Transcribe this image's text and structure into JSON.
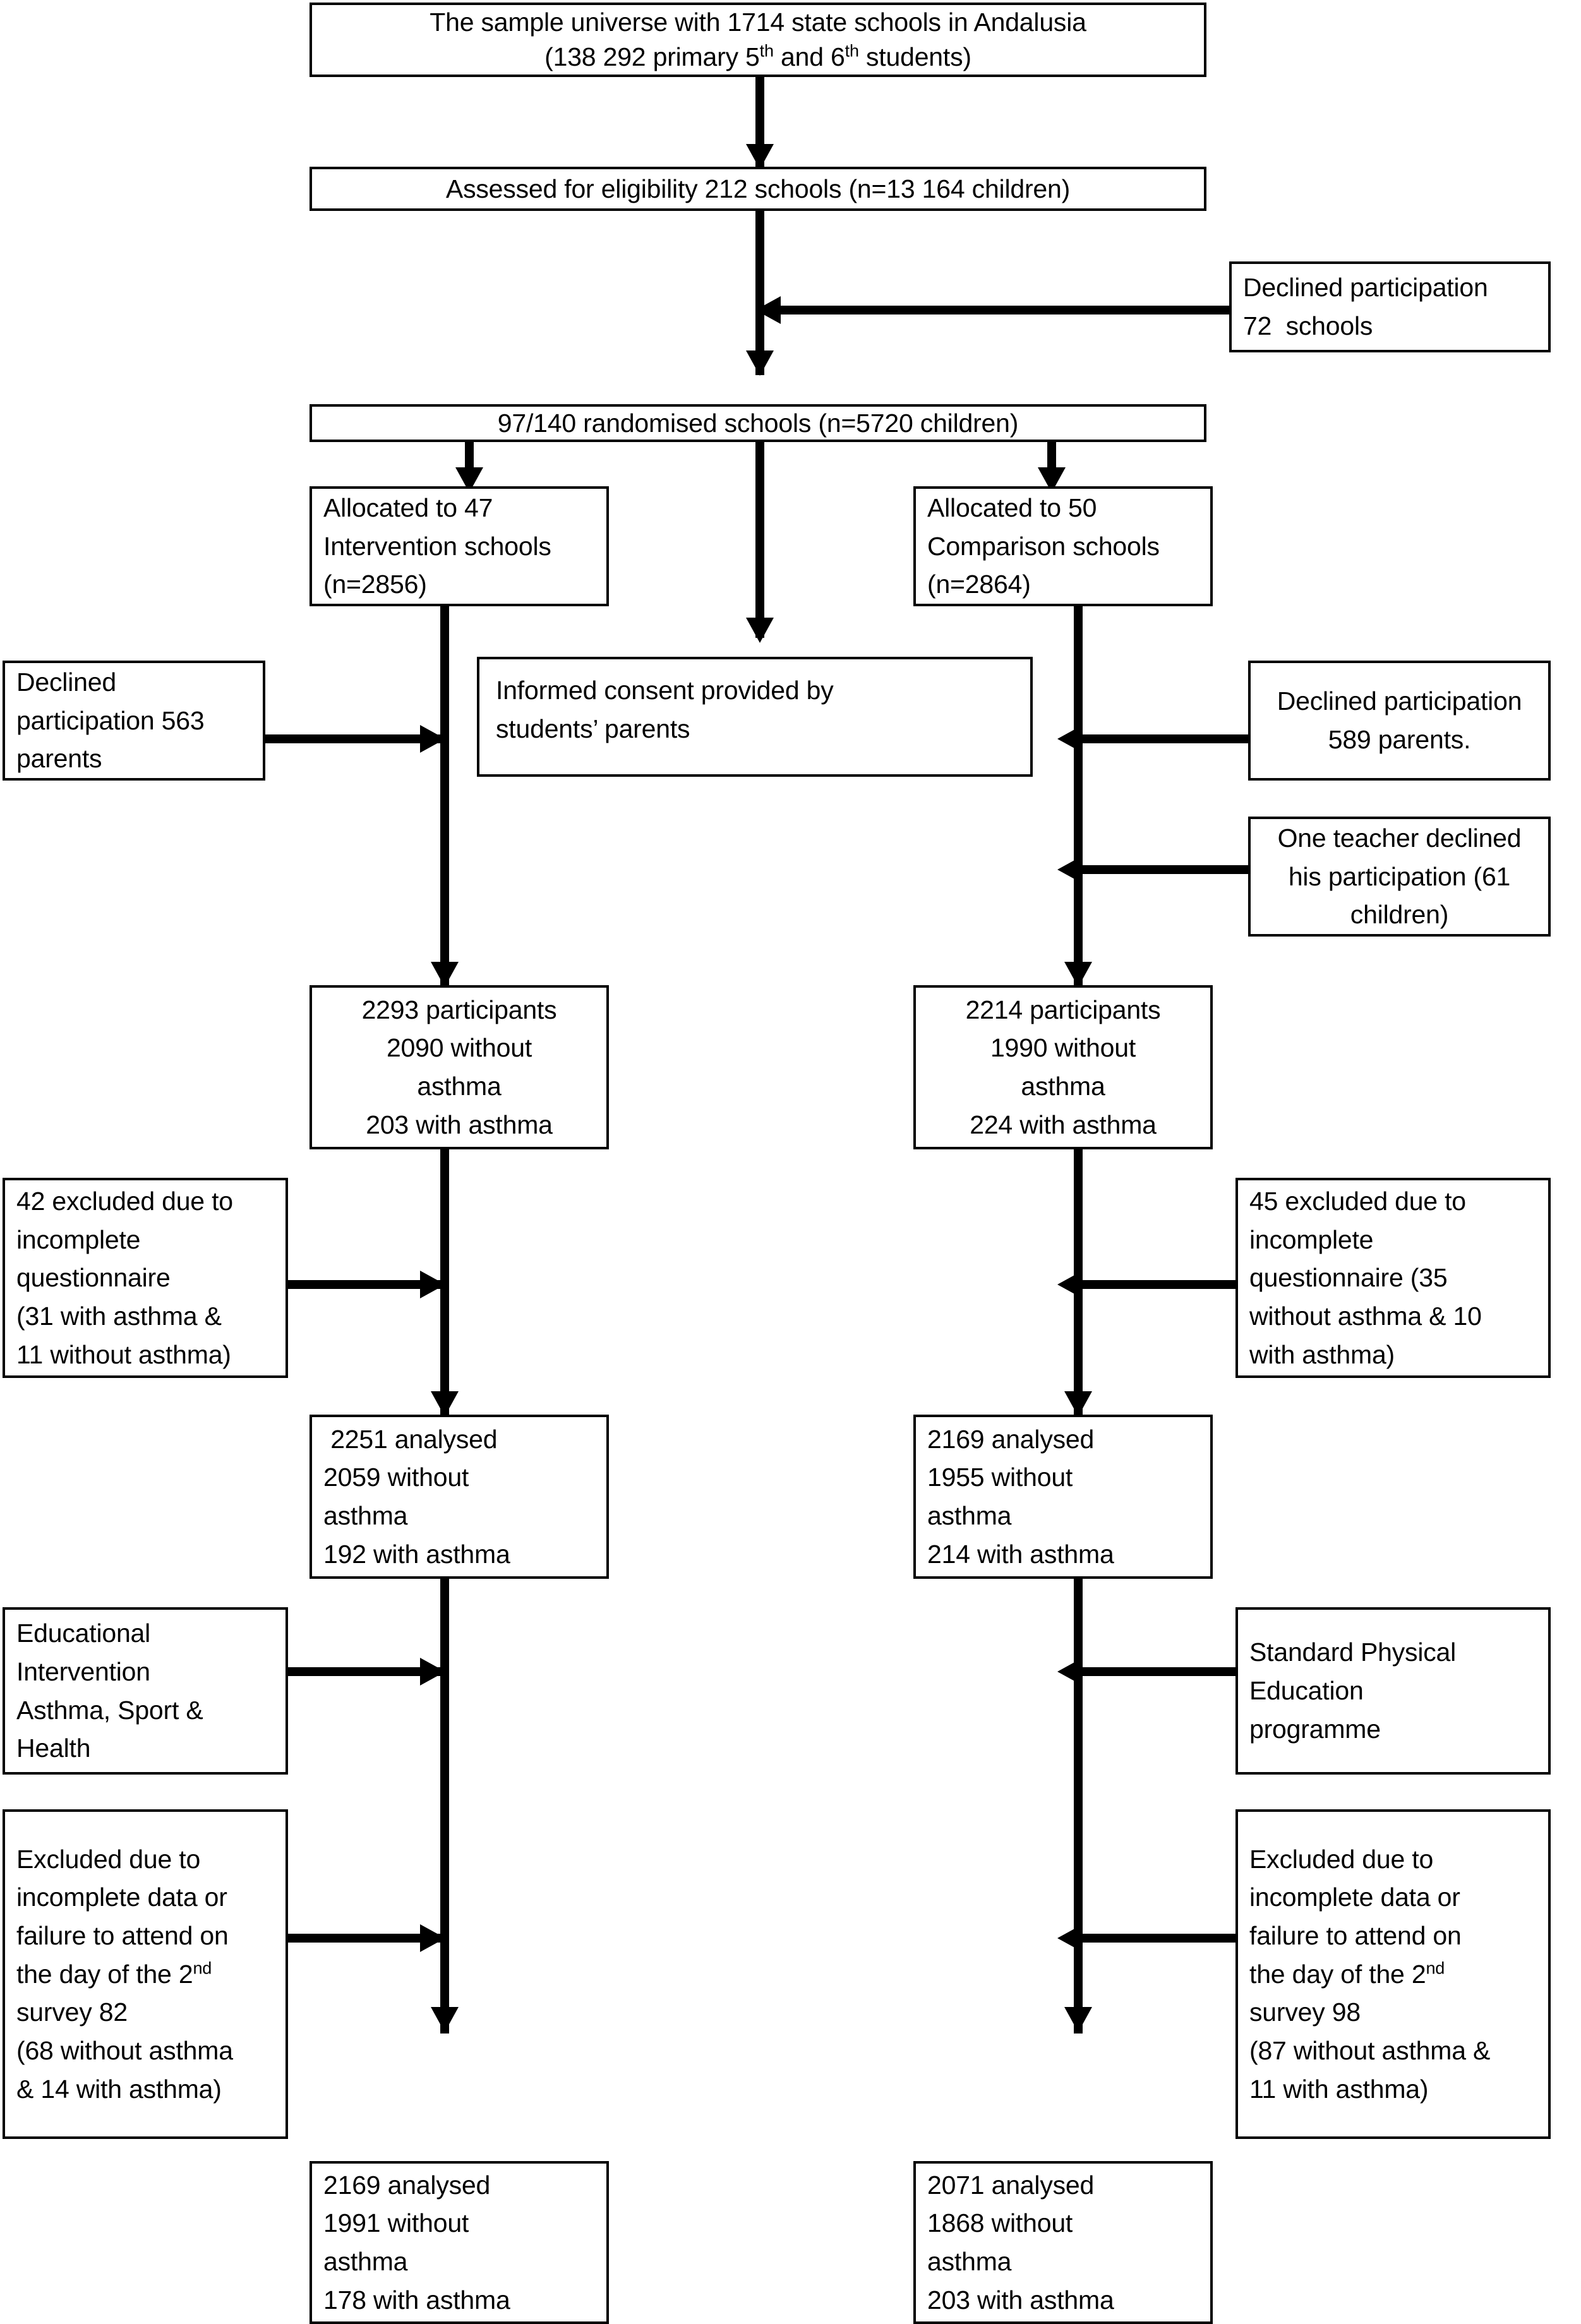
{
  "diagram": {
    "type": "consort-flow-diagram",
    "nodes": {
      "sample_universe": {
        "line1": "The sample universe with 1714 state schools in Andalusia",
        "line2_pre": "(138 292 primary 5",
        "line2_sup1": "th",
        "line2_mid": " and 6",
        "line2_sup2": "th",
        "line2_post": " students)"
      },
      "assessed": "Assessed for eligibility 212 schools (n=13 164 children)",
      "declined_schools": "Declined participation\n72  schools",
      "randomised": "97/140 randomised schools (n=5720 children)",
      "allocated_intervention": "Allocated to 47\nIntervention schools\n(n=2856)",
      "allocated_comparison": "Allocated to 50\nComparison schools\n(n=2864)",
      "declined_parents_left": "Declined\nparticipation 563\nparents",
      "informed_consent": "Informed consent provided by\nstudents’ parents",
      "declined_parents_right": "Declined participation\n589 parents.",
      "teacher_declined": "One teacher declined\nhis participation (61\nchildren)",
      "participants_left": "2293 participants\n2090 without\nasthma\n203 with asthma",
      "participants_right": "2214 participants\n1990 without\nasthma\n224 with asthma",
      "excluded_q_left": "42 excluded due to\nincomplete\nquestionnaire\n(31 with asthma &\n11 without asthma)",
      "excluded_q_right": "45 excluded due to\nincomplete\nquestionnaire (35\nwithout asthma & 10\nwith asthma)",
      "analysed1_left": " 2251 analysed\n2059 without\nasthma\n192 with asthma",
      "analysed1_right": "2169 analysed\n1955 without\nasthma\n214 with asthma",
      "intervention_programme": "Educational\nIntervention\nAsthma, Sport &\nHealth",
      "comparison_programme": "Standard Physical\nEducation\nprogramme",
      "excluded2_left": {
        "l1": "Excluded due to",
        "l2": "incomplete data or",
        "l3": "failure to attend on",
        "l4_pre": "the day of the 2",
        "l4_sup": "nd",
        "l5": "survey 82",
        "l6": "(68 without asthma",
        "l7": "& 14 with asthma)"
      },
      "excluded2_right": {
        "l1": "Excluded due to",
        "l2": "incomplete data or",
        "l3": "failure to attend on",
        "l4_pre": "the day of the 2",
        "l4_sup": "nd",
        "l5": "survey 98",
        "l6": "(87 without asthma &",
        "l7": "11 with asthma)"
      },
      "analysed2_left": "2169 analysed\n1991 without\nasthma\n178 with asthma",
      "analysed2_right": "2071 analysed\n1868 without\nasthma\n203 with asthma"
    },
    "colors": {
      "stroke": "#000000",
      "background": "#ffffff",
      "text": "#000000"
    }
  }
}
